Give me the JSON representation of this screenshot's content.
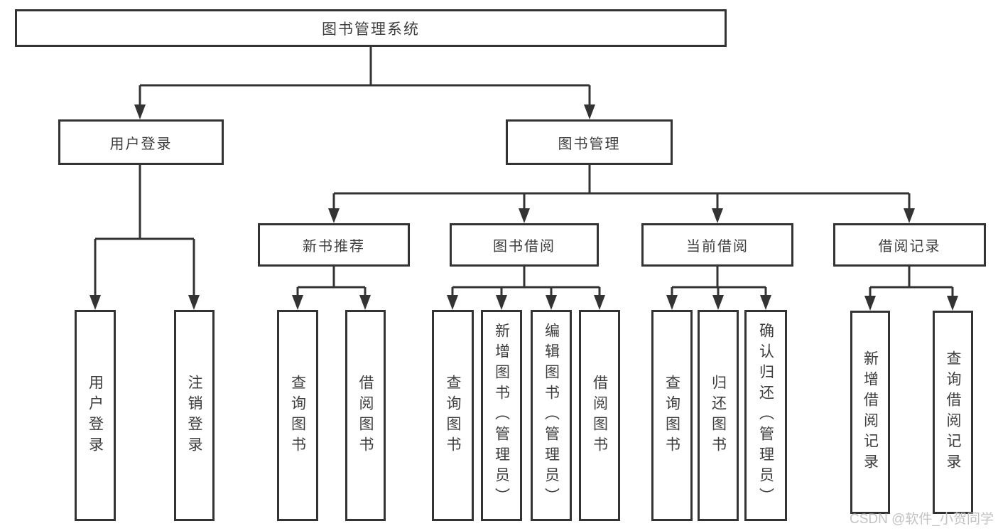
{
  "tree": {
    "root": {
      "label": "图书管理系统",
      "children": [
        {
          "label": "用户登录",
          "children": [
            {
              "label": "用户登录"
            },
            {
              "label": "注销登录"
            }
          ]
        },
        {
          "label": "图书管理",
          "children": [
            {
              "label": "新书推荐",
              "children": [
                {
                  "label": "查询图书"
                },
                {
                  "label": "借阅图书"
                }
              ]
            },
            {
              "label": "图书借阅",
              "children": [
                {
                  "label": "查询图书"
                },
                {
                  "label": "新增图书（管理员）"
                },
                {
                  "label": "编辑图书（管理员）"
                },
                {
                  "label": "借阅图书"
                }
              ]
            },
            {
              "label": "当前借阅",
              "children": [
                {
                  "label": "查询图书"
                },
                {
                  "label": "归还图书"
                },
                {
                  "label": "确认归还（管理员）"
                }
              ]
            },
            {
              "label": "借阅记录",
              "children": [
                {
                  "label": "新增借阅记录"
                },
                {
                  "label": "查询借阅记录"
                }
              ]
            }
          ]
        }
      ]
    }
  },
  "watermark": {
    "text": "CSDN @软件_小贺同学"
  },
  "colors": {
    "line": "#333333",
    "text": "#3d3d3d",
    "box_background": "#ffffff",
    "watermark_text": "#c3c3c3"
  }
}
